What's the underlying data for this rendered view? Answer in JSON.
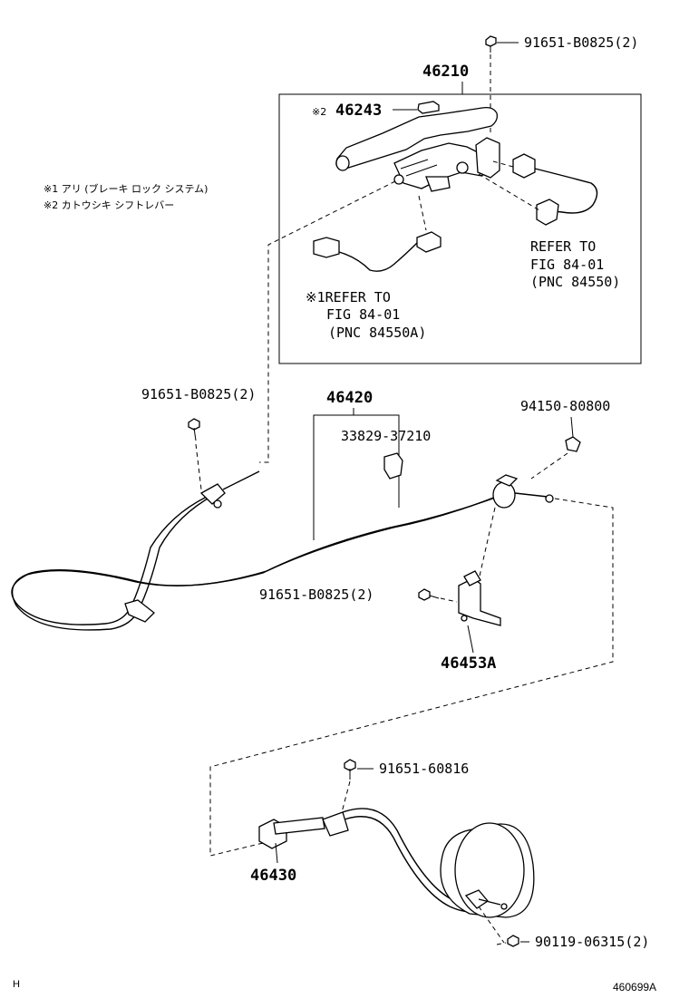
{
  "notes": {
    "note1": "※1 アリ (ブレーキ ロック システム)",
    "note2": "※2 カトウシキ シフトレバー"
  },
  "parts": {
    "p46210": "46210",
    "p46243": "46243",
    "p46243_mark": "※2",
    "bolt_top": "91651-B0825(2)",
    "refer_right_1": "REFER TO",
    "refer_right_2": "FIG 84-01",
    "refer_right_3": "(PNC 84550)",
    "refer_left_1": "※1REFER TO",
    "refer_left_2": "FIG 84-01",
    "refer_left_3": "(PNC 84550A)",
    "bolt_left": "91651-B0825(2)",
    "p46420": "46420",
    "p33829": "33829-37210",
    "p94150": "94150-80800",
    "bolt_mid": "91651-B0825(2)",
    "p46453A": "46453A",
    "bolt_lower": "91651-60816",
    "p46430": "46430",
    "bolt_bottom": "90119-06315(2)"
  },
  "footer": {
    "left": "H",
    "right": "460699A"
  }
}
